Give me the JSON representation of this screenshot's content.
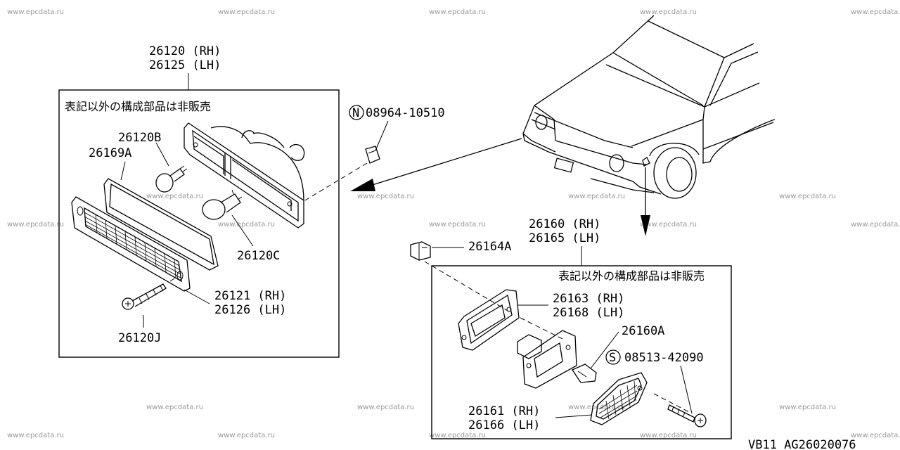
{
  "watermark": "www.epcdata.ru",
  "footer_code": "VB11  AG26020076",
  "note_left": "表記以外の構成部品は非販売",
  "note_right": "表記以外の構成部品は非販売",
  "parts": {
    "p26120_rh": "26120 (RH)",
    "p26125_lh": "26125 (LH)",
    "p26120b": "26120B",
    "p26169a": "26169A",
    "p26120c": "26120C",
    "p26121_rh": "26121 (RH)",
    "p26126_lh": "26126 (LH)",
    "p26120j": "26120J",
    "n08964": "08964-10510",
    "n_marker": "N",
    "p26160_rh": "26160 (RH)",
    "p26165_lh": "26165 (LH)",
    "p26164a": "26164A",
    "p26163_rh": "26163 (RH)",
    "p26168_lh": "26168 (LH)",
    "p26160a": "26160A",
    "s08513": "08513-42090",
    "s_marker": "S",
    "p26161_rh": "26161 (RH)",
    "p26166_lh": "26166 (LH)"
  }
}
